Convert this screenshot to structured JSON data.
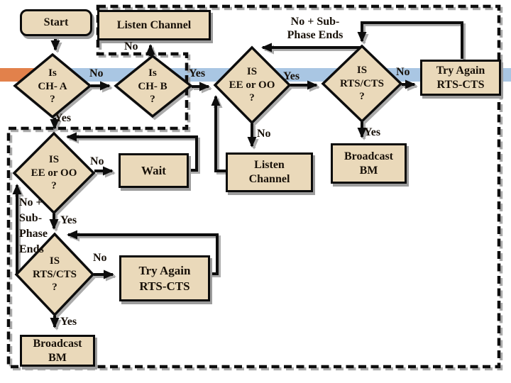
{
  "palette": {
    "node_fill": "#EAD9BA",
    "node_border": "#0B0B0B",
    "band_blue": "#A9C6E3",
    "band_orange": "#E2814B",
    "shadow": "#9C9C9C",
    "text": "#171008"
  },
  "nodes": {
    "start": {
      "label": "Start"
    },
    "listen_channel_top": {
      "label": "Listen Channel"
    },
    "is_ch_a": {
      "lines": [
        "Is",
        "CH- A",
        "?"
      ]
    },
    "is_ch_b": {
      "lines": [
        "Is",
        "CH- B",
        "?"
      ]
    },
    "is_ee_oo_upper": {
      "lines": [
        "IS",
        "EE or OO",
        "?"
      ]
    },
    "is_rts_cts_upper": {
      "lines": [
        "IS",
        "RTS/CTS",
        "?"
      ]
    },
    "try_again_upper": {
      "lines": [
        "Try Again",
        "RTS-CTS"
      ]
    },
    "listen_channel_mid": {
      "lines": [
        "Listen",
        "Channel"
      ]
    },
    "broadcast_bm_upper": {
      "lines": [
        "Broadcast",
        "BM"
      ]
    },
    "is_ee_oo_lower": {
      "lines": [
        "IS",
        "EE or OO",
        "?"
      ]
    },
    "wait": {
      "label": "Wait"
    },
    "is_rts_cts_lower": {
      "lines": [
        "IS",
        "RTS/CTS",
        "?"
      ]
    },
    "try_again_lower": {
      "lines": [
        "Try Again",
        "RTS-CTS"
      ]
    },
    "broadcast_bm_lower": {
      "lines": [
        "Broadcast",
        "BM"
      ]
    }
  },
  "edge_labels": {
    "ch_a_no": "No",
    "ch_a_yes": "Yes",
    "ch_b_no": "No",
    "ch_b_yes": "Yes",
    "ee_upper_yes": "Yes",
    "ee_upper_no": "No",
    "rts_upper_no": "No",
    "rts_upper_yes": "Yes",
    "nsp_upper": [
      "No + Sub-",
      "Phase Ends"
    ],
    "ee_lower_no": "No",
    "ee_lower_yes": "Yes",
    "rts_lower_no": "No",
    "rts_lower_yes": "Yes",
    "nsp_lower": [
      "No +",
      "Sub-",
      "Phase",
      "Ends"
    ]
  }
}
